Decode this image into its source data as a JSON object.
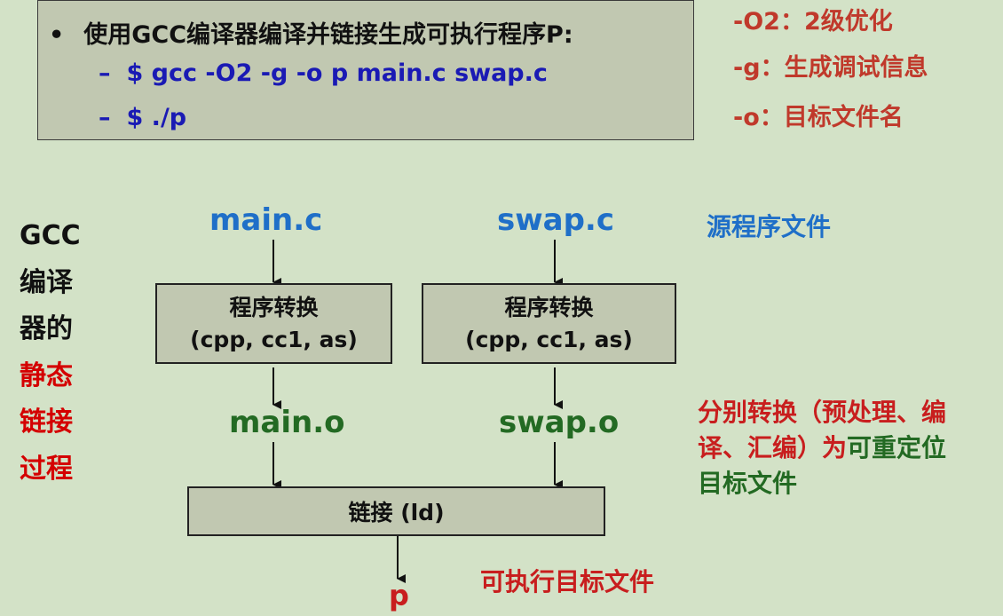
{
  "command_box": {
    "bullet": "•",
    "intro": "使用GCC编译器编译并链接生成可执行程序P:",
    "lines": [
      {
        "dash": "–",
        "text": "$ gcc -O2 -g -o p main.c swap.c"
      },
      {
        "dash": "–",
        "text": "$ ./p"
      }
    ]
  },
  "options": [
    "-O2：2级优化",
    "-g：生成调试信息",
    "-o：目标文件名"
  ],
  "side_label": {
    "black": [
      "GCC",
      "编译",
      "器的"
    ],
    "red": [
      "静态",
      "链接",
      "过程"
    ]
  },
  "sources": {
    "left": "main.c",
    "right": "swap.c",
    "caption": "源程序文件"
  },
  "translators": {
    "left": {
      "line1": "程序转换",
      "line2": "(cpp, cc1, as)"
    },
    "right": {
      "line1": "程序转换",
      "line2": "(cpp, cc1, as)"
    }
  },
  "objects": {
    "left": "main.o",
    "right": "swap.o"
  },
  "object_note": {
    "red_part1": "分别转换（预处理、编",
    "red_part2": "译、汇编）为",
    "green_part1": "可重定位",
    "green_part2": "目标文件"
  },
  "linker": {
    "label": "链接 (ld)"
  },
  "output": {
    "name": "p",
    "caption": "可执行目标文件"
  },
  "colors": {
    "background": "#d3e2c7",
    "box_fill": "#c1c8b1",
    "command_blue": "#1a1ab4",
    "source_blue": "#1f6fc8",
    "object_green": "#236a23",
    "emphasis_red": "#d40000"
  }
}
